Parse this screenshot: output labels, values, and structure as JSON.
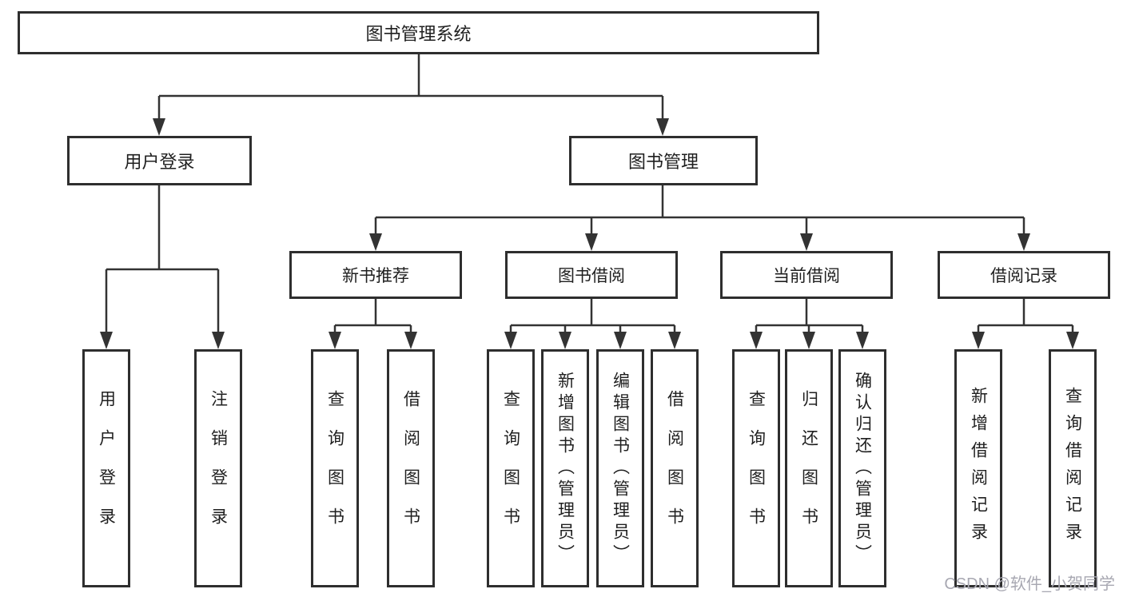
{
  "diagram": {
    "root": {
      "label": "图书管理系统"
    },
    "level2": [
      {
        "label": "用户登录"
      },
      {
        "label": "图书管理"
      }
    ],
    "level3": [
      {
        "label": "新书推荐"
      },
      {
        "label": "图书借阅"
      },
      {
        "label": "当前借阅"
      },
      {
        "label": "借阅记录"
      }
    ],
    "leaves": [
      {
        "parent": "用户登录",
        "label": "用户登录"
      },
      {
        "parent": "用户登录",
        "label": "注销登录"
      },
      {
        "parent": "新书推荐",
        "label": "查询图书"
      },
      {
        "parent": "新书推荐",
        "label": "借阅图书"
      },
      {
        "parent": "图书借阅",
        "label": "查询图书"
      },
      {
        "parent": "图书借阅",
        "label": "新增图书（管理员）"
      },
      {
        "parent": "图书借阅",
        "label": "编辑图书（管理员）"
      },
      {
        "parent": "图书借阅",
        "label": "借阅图书"
      },
      {
        "parent": "当前借阅",
        "label": "查询图书"
      },
      {
        "parent": "当前借阅",
        "label": "归还图书"
      },
      {
        "parent": "当前借阅",
        "label": "确认归还（管理员）"
      },
      {
        "parent": "借阅记录",
        "label": "新增借阅记录"
      },
      {
        "parent": "借阅记录",
        "label": "查询借阅记录"
      }
    ]
  },
  "watermark": "CSDN @软件_小贺同学",
  "colors": {
    "line": "#333333",
    "box_border": "#2e2e2e",
    "text": "#1f1f1f",
    "watermark": "#a8a8b2",
    "background": "#ffffff"
  }
}
